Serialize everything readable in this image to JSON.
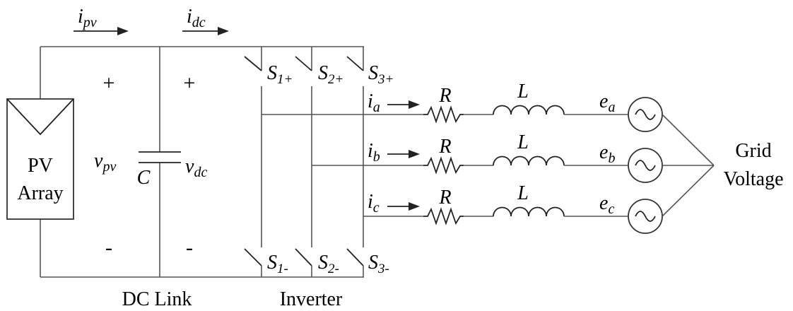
{
  "currents": {
    "pv": {
      "base": "i",
      "sub": "pv"
    },
    "dc": {
      "base": "i",
      "sub": "dc"
    },
    "a": {
      "base": "i",
      "sub": "a"
    },
    "b": {
      "base": "i",
      "sub": "b"
    },
    "c": {
      "base": "i",
      "sub": "c"
    }
  },
  "voltages": {
    "pv": {
      "base": "v",
      "sub": "pv"
    },
    "dc": {
      "base": "v",
      "sub": "dc"
    }
  },
  "polarity": {
    "plus": "+",
    "minus": "-"
  },
  "pv_array": {
    "line1": "PV",
    "line2": "Array"
  },
  "capacitor": "C",
  "switches": [
    {
      "base": "S",
      "sub": "1+"
    },
    {
      "base": "S",
      "sub": "2+"
    },
    {
      "base": "S",
      "sub": "3+"
    },
    {
      "base": "S",
      "sub": "1-"
    },
    {
      "base": "S",
      "sub": "2-"
    },
    {
      "base": "S",
      "sub": "3-"
    }
  ],
  "resistor": "R",
  "inductor": "L",
  "sources": [
    {
      "base": "e",
      "sub": "a"
    },
    {
      "base": "e",
      "sub": "b"
    },
    {
      "base": "e",
      "sub": "c"
    }
  ],
  "grid": {
    "line1": "Grid",
    "line2": "Voltage"
  },
  "sections": {
    "dc_link": "DC Link",
    "inverter": "Inverter"
  }
}
